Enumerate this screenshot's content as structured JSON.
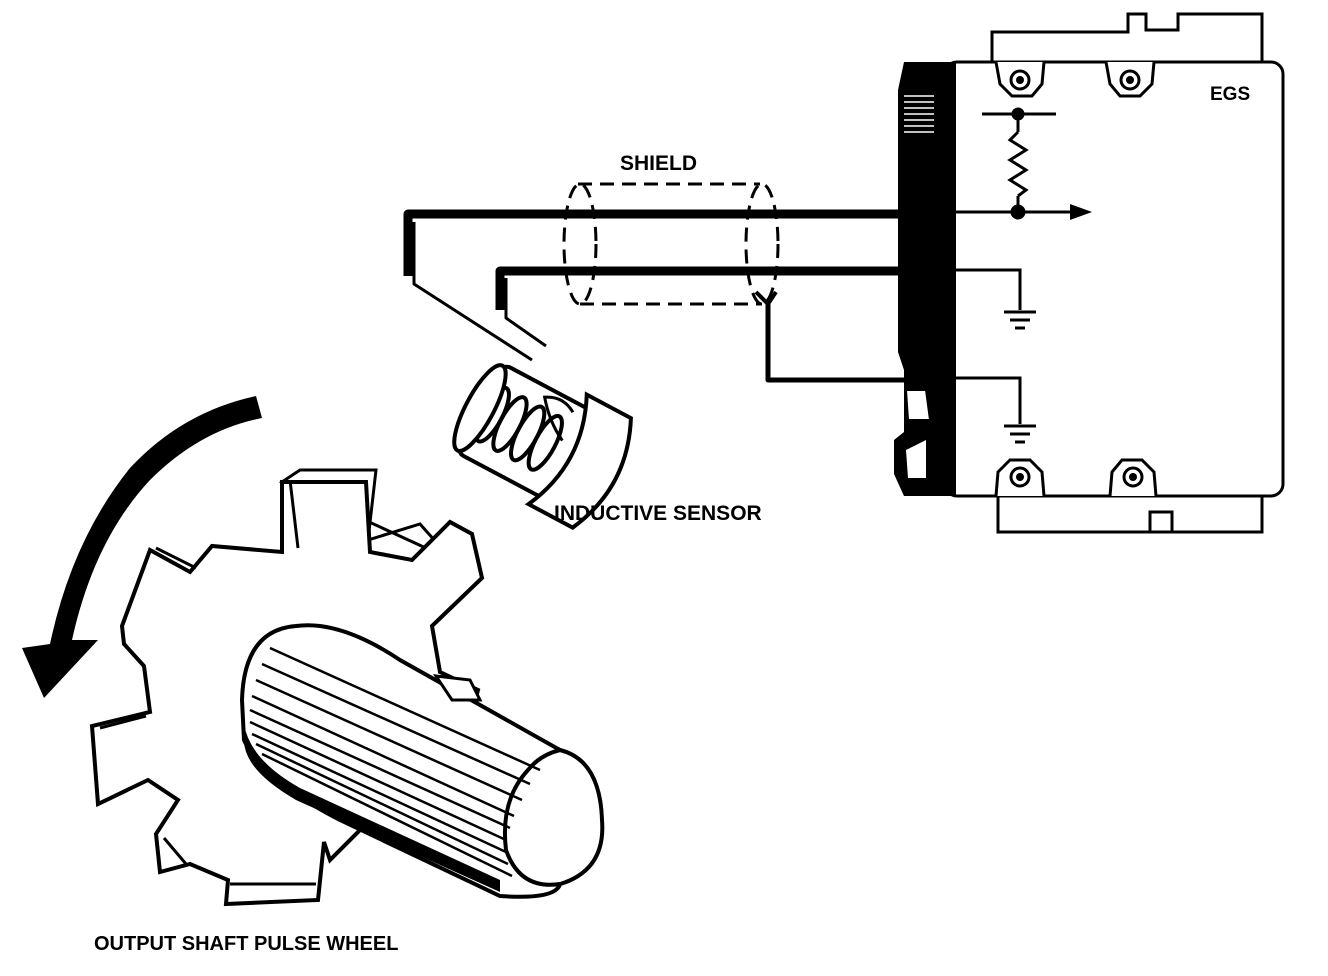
{
  "diagram": {
    "labels": {
      "shield": "SHIELD",
      "egs": "EGS",
      "inductive_sensor": "INDUCTIVE SENSOR",
      "pulse_wheel": "OUTPUT SHAFT PULSE WHEEL"
    }
  },
  "colors": {
    "ink": "#000000",
    "paper": "#ffffff"
  }
}
